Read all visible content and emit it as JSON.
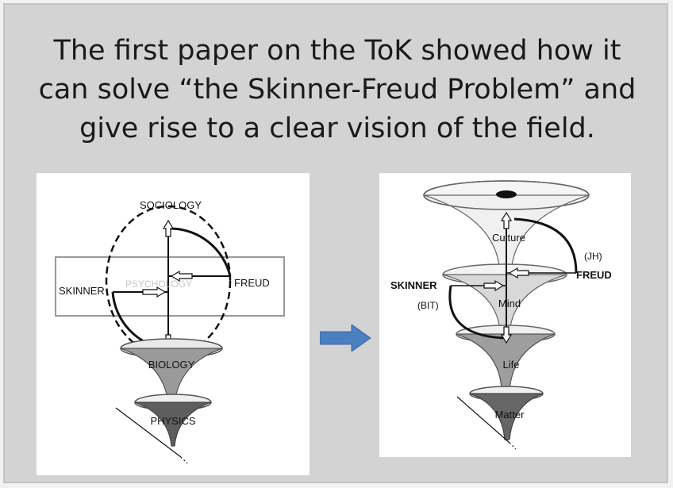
{
  "slide": {
    "title_lines": [
      "The first paper on the ToK showed how it",
      "can solve “the Skinner-Freud Problem” and",
      "give rise to a clear vision of the field."
    ]
  },
  "left_diagram": {
    "labels": {
      "top": "SOCIOLOGY",
      "left": "SKINNER",
      "right": "FREUD",
      "center": "PSYCHOLOGY",
      "middle_cone": "BIOLOGY",
      "bottom_cone": "PHYSICS"
    }
  },
  "right_diagram": {
    "labels": {
      "culture": "Culture",
      "mind": "Mind",
      "life": "Life",
      "matter": "Matter",
      "skinner": "SKINNER",
      "bit": "(BIT)",
      "freud": "FREUD",
      "jh": "(JH)"
    }
  },
  "colors": {
    "slide_background": "#d3d3d3",
    "arrow": "#4a7fc1"
  }
}
